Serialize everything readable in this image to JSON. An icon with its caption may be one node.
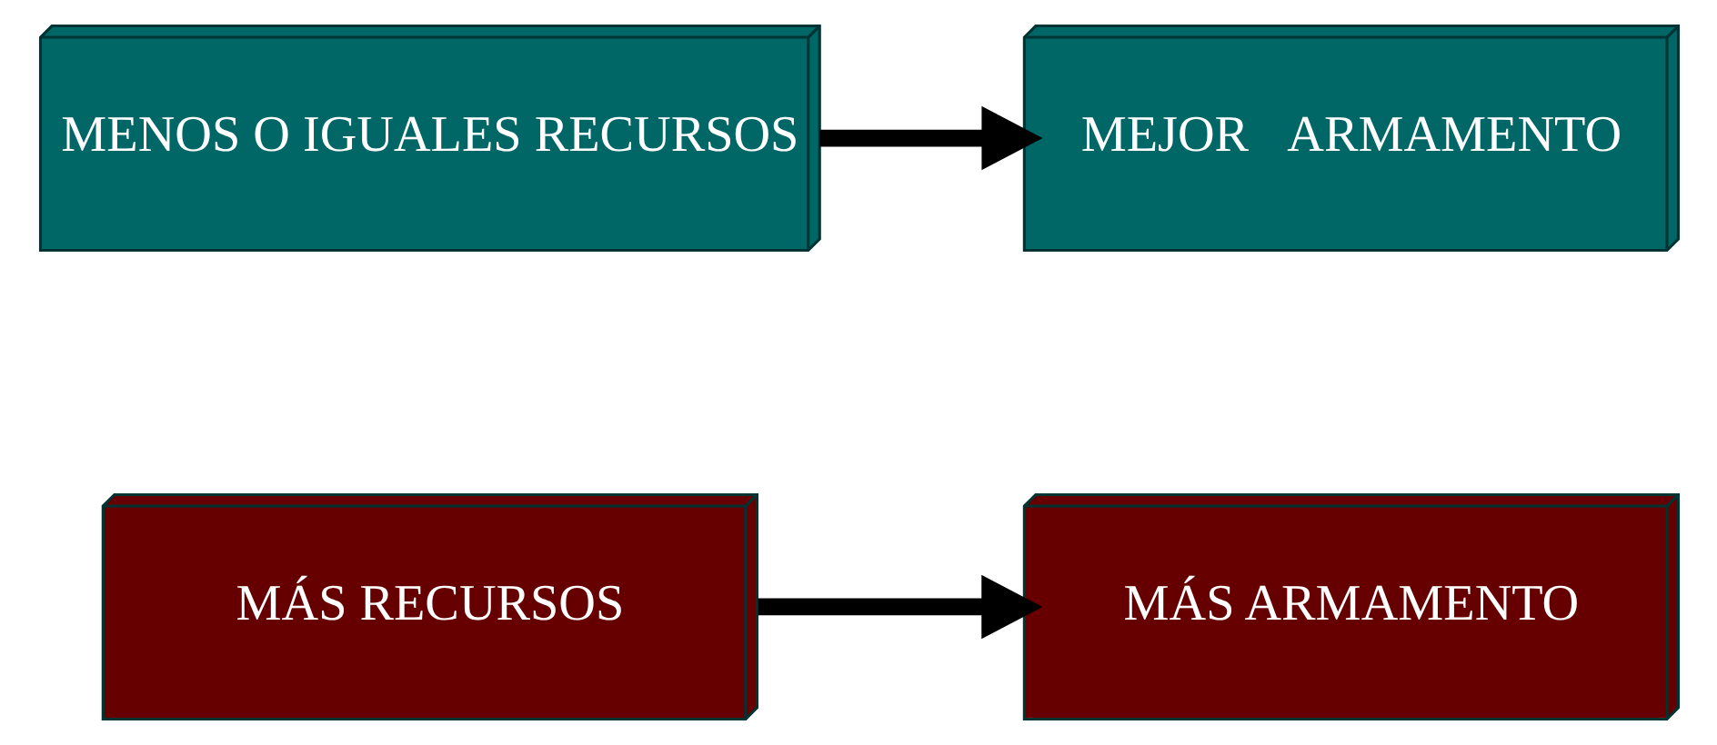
{
  "diagram": {
    "nodes": [
      {
        "text": [
          "MENOS O IGUALES RECURSOS"
        ]
      },
      {
        "text": [
          "MEJOR   ARMAMENTO"
        ]
      },
      {
        "text": [
          "MÁS RECURSOS"
        ]
      },
      {
        "text": [
          "MÁS ARMAMENTO"
        ]
      }
    ],
    "edges": [
      {
        "from": 0,
        "to": 1,
        "arrow": "to"
      },
      {
        "from": 2,
        "to": 3,
        "arrow": "to"
      }
    ]
  }
}
